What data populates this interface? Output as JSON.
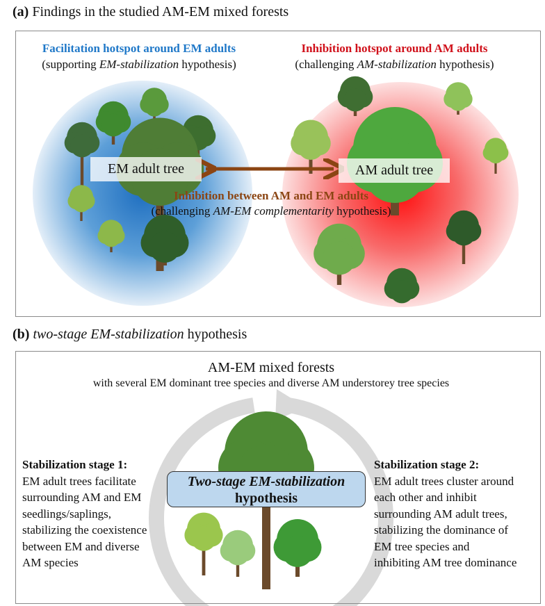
{
  "panel_a": {
    "label": "(a)",
    "title": "Findings in the studied AM-EM mixed forests",
    "left": {
      "heading": "Facilitation hotspot around EM adults",
      "sub_pre": "(supporting ",
      "sub_em": "EM-stabilization",
      "sub_post": " hypothesis)",
      "tree_label": "EM adult tree"
    },
    "right": {
      "heading": "Inhibition hotspot around AM adults",
      "sub_pre": "(challenging ",
      "sub_em": "AM-stabilization",
      "sub_post": " hypothesis)",
      "tree_label": "AM adult tree"
    },
    "middle": {
      "heading": "Inhibition between AM and EM adults",
      "sub_pre": "(challenging ",
      "sub_em": "AM-EM complementarity",
      "sub_post": " hypothesis)"
    }
  },
  "panel_b": {
    "label": "(b)",
    "title_em": "two-stage EM-stabilization",
    "title_post": " hypothesis",
    "top_title": "AM-EM mixed forests",
    "top_sub": "with several EM dominant tree species and diverse AM understorey tree species",
    "center_line1": "Two-stage EM-stabilization",
    "center_line2": "hypothesis",
    "stage1": {
      "heading": "Stabilization stage 1:",
      "lines": [
        "EM adult trees facilitate",
        "surrounding AM and EM",
        "seedlings/saplings,",
        "stabilizing the coexistence",
        "between EM and diverse",
        "AM species"
      ]
    },
    "stage2": {
      "heading": "Stabilization stage 2:",
      "lines": [
        "EM adult trees cluster around",
        "each other and inhibit",
        "surrounding AM adult trees,",
        "stabilizing the dominance of",
        "EM tree species and",
        "inhibiting AM tree dominance"
      ]
    }
  },
  "colors": {
    "blue": "#1f78c8",
    "red": "#d0101a",
    "brown": "#8b4513",
    "center_box": "#bdd7ee"
  }
}
